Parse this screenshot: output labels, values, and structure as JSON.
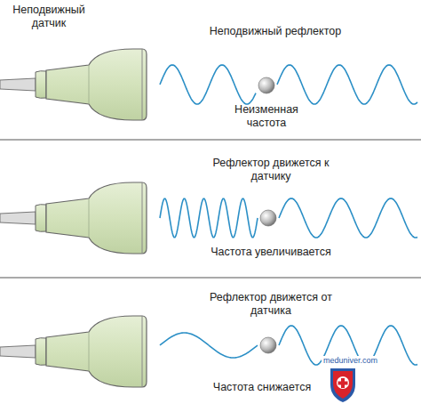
{
  "diagram": {
    "labels": [
      "Неподвижный датчик",
      "Неподвижный рефлектор",
      "Неизменная частота",
      "Рефлектор движется к датчику",
      "Частота увеличивается",
      "Рефлектор движется от датчика",
      "Частота снижается",
      "meduniver.com"
    ]
  }
}
